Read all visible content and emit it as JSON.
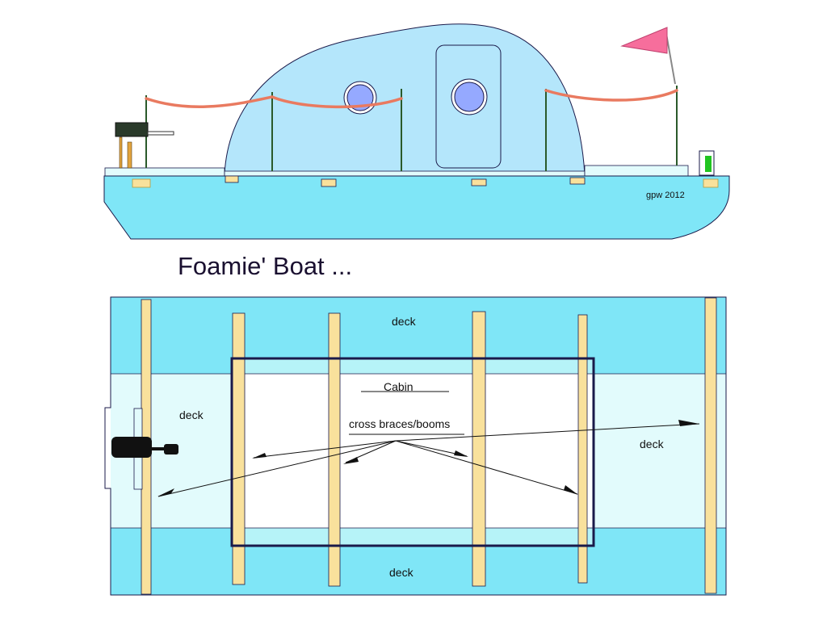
{
  "title": "Foamie' Boat ...",
  "signature": "gpw 2012",
  "labels": {
    "deck_top": "deck",
    "deck_left": "deck",
    "deck_right": "deck",
    "deck_bottom": "deck",
    "cabin": "Cabin",
    "braces": "cross braces/booms"
  },
  "colors": {
    "hull": "#7fe6f7",
    "cabin": "#b4e6fb",
    "deck_light": "#e2fbfc",
    "deck_mid": "#b6f3f8",
    "beam": "#f9e19c",
    "rope": "#e97a60",
    "flag": "#f66e9c",
    "porthole": "#95a9ff",
    "outline": "#1a1a4a"
  }
}
